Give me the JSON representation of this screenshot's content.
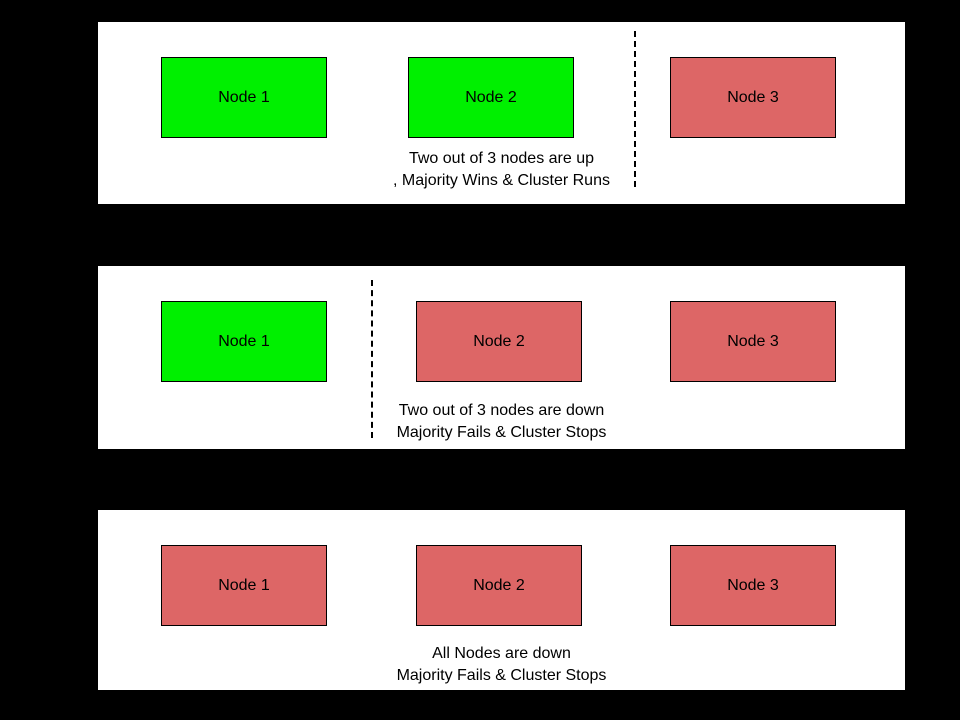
{
  "colors": {
    "canvas_bg": "#000000",
    "panel_bg": "#ffffff",
    "node_up": "#00f000",
    "node_down": "#dd6666",
    "line": "#000000"
  },
  "panels": [
    {
      "id": "two-up",
      "nodes": [
        {
          "label": "Node 1",
          "status": "up"
        },
        {
          "label": "Node 2",
          "status": "up"
        },
        {
          "label": "Node 3",
          "status": "down"
        }
      ],
      "caption": [
        "Two out of 3 nodes are up",
        ", Majority Wins & Cluster Runs"
      ],
      "partition": "between Node 2 and Node 3"
    },
    {
      "id": "two-down",
      "nodes": [
        {
          "label": "Node 1",
          "status": "up"
        },
        {
          "label": "Node 2",
          "status": "down"
        },
        {
          "label": "Node 3",
          "status": "down"
        }
      ],
      "caption": [
        "Two out of 3 nodes are down",
        "Majority Fails & Cluster Stops"
      ],
      "partition": "between Node 1 and Node 2"
    },
    {
      "id": "all-down",
      "nodes": [
        {
          "label": "Node 1",
          "status": "down"
        },
        {
          "label": "Node 2",
          "status": "down"
        },
        {
          "label": "Node 3",
          "status": "down"
        }
      ],
      "caption": [
        "All Nodes are down",
        "Majority Fails & Cluster Stops"
      ],
      "partition": null
    }
  ]
}
